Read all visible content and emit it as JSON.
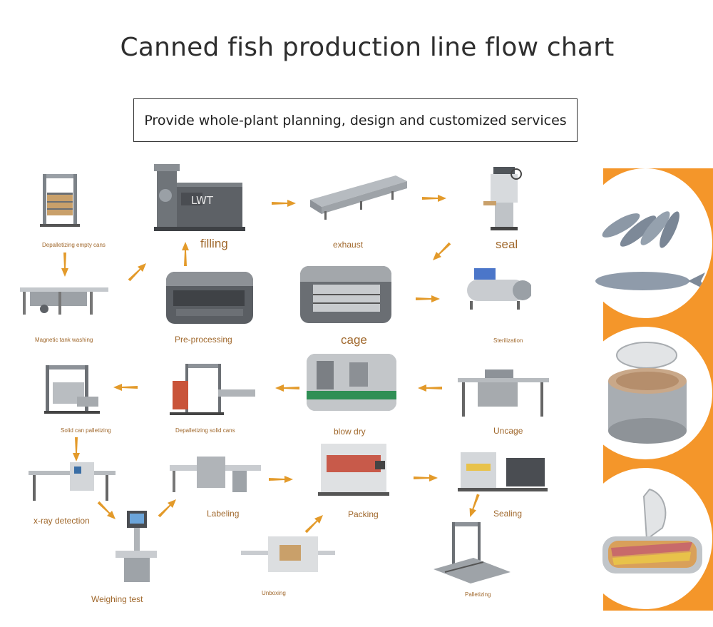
{
  "title": "Canned fish production line flow chart",
  "subtitle": "Provide whole-plant planning, design and customized services",
  "machine_labels": {
    "machine": "LWT"
  },
  "steps": {
    "depalletizing_empty_cans": "Depalletizing empty cans",
    "filling": "filling",
    "exhaust": "exhaust",
    "seal": "seal",
    "magnetic_tank_washing": "Magnetic tank washing",
    "pre_processing": "Pre-processing",
    "cage": "cage",
    "sterilization": "Sterilization",
    "solid_can_palletizing": "Solid can palletizing",
    "depalletizing_solid_cans": "Depalletizing solid cans",
    "blow_dry": "blow dry",
    "uncage": "Uncage",
    "xray_detection": "x-ray detection",
    "labeling": "Labeling",
    "packing": "Packing",
    "sealing": "Sealing",
    "weighing_test": "Weighing test",
    "unboxing": "Unboxing",
    "palletizing": "Palletizing"
  },
  "colors": {
    "label": "#a0682c",
    "arrow": "#e39a2a",
    "panel": "#f4962a"
  }
}
